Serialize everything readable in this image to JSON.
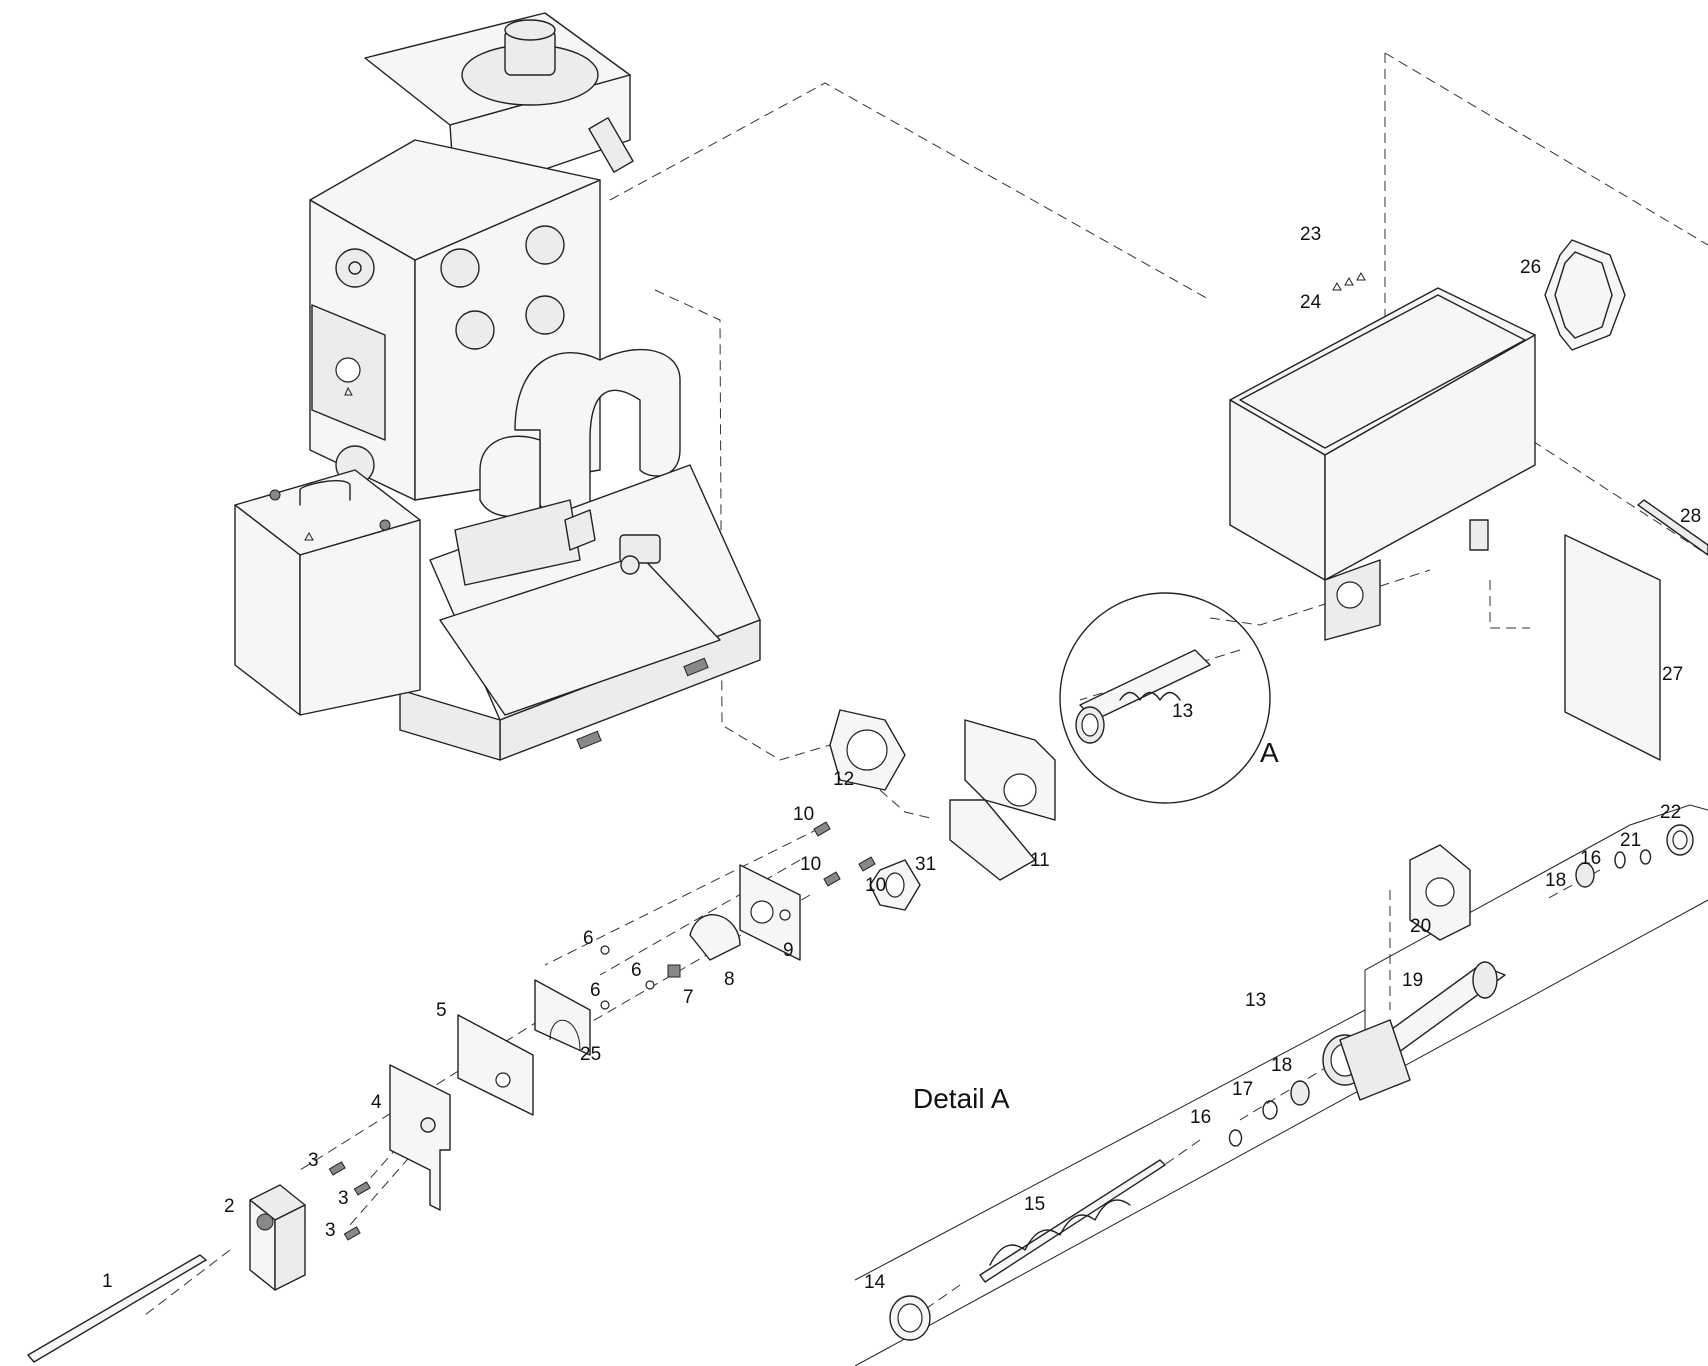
{
  "callouts": {
    "c1": "1",
    "c2": "2",
    "c3a": "3",
    "c3b": "3",
    "c3c": "3",
    "c4": "4",
    "c5": "5",
    "c6a": "6",
    "c6b": "6",
    "c6c": "6",
    "c7": "7",
    "c8": "8",
    "c9": "9",
    "c10a": "10",
    "c10b": "10",
    "c10c": "10",
    "c11": "11",
    "c12": "12",
    "c13a": "13",
    "c13b": "13",
    "c14": "14",
    "c15": "15",
    "c16a": "16",
    "c16b": "16",
    "c17": "17",
    "c18a": "18",
    "c18b": "18",
    "c19": "19",
    "c20": "20",
    "c21": "21",
    "c22": "22",
    "c23": "23",
    "c24": "24",
    "c25": "25",
    "c26": "26",
    "c27": "27",
    "c28": "28",
    "c31": "31"
  },
  "detail_marker": "A",
  "detail_title": "Detail A"
}
